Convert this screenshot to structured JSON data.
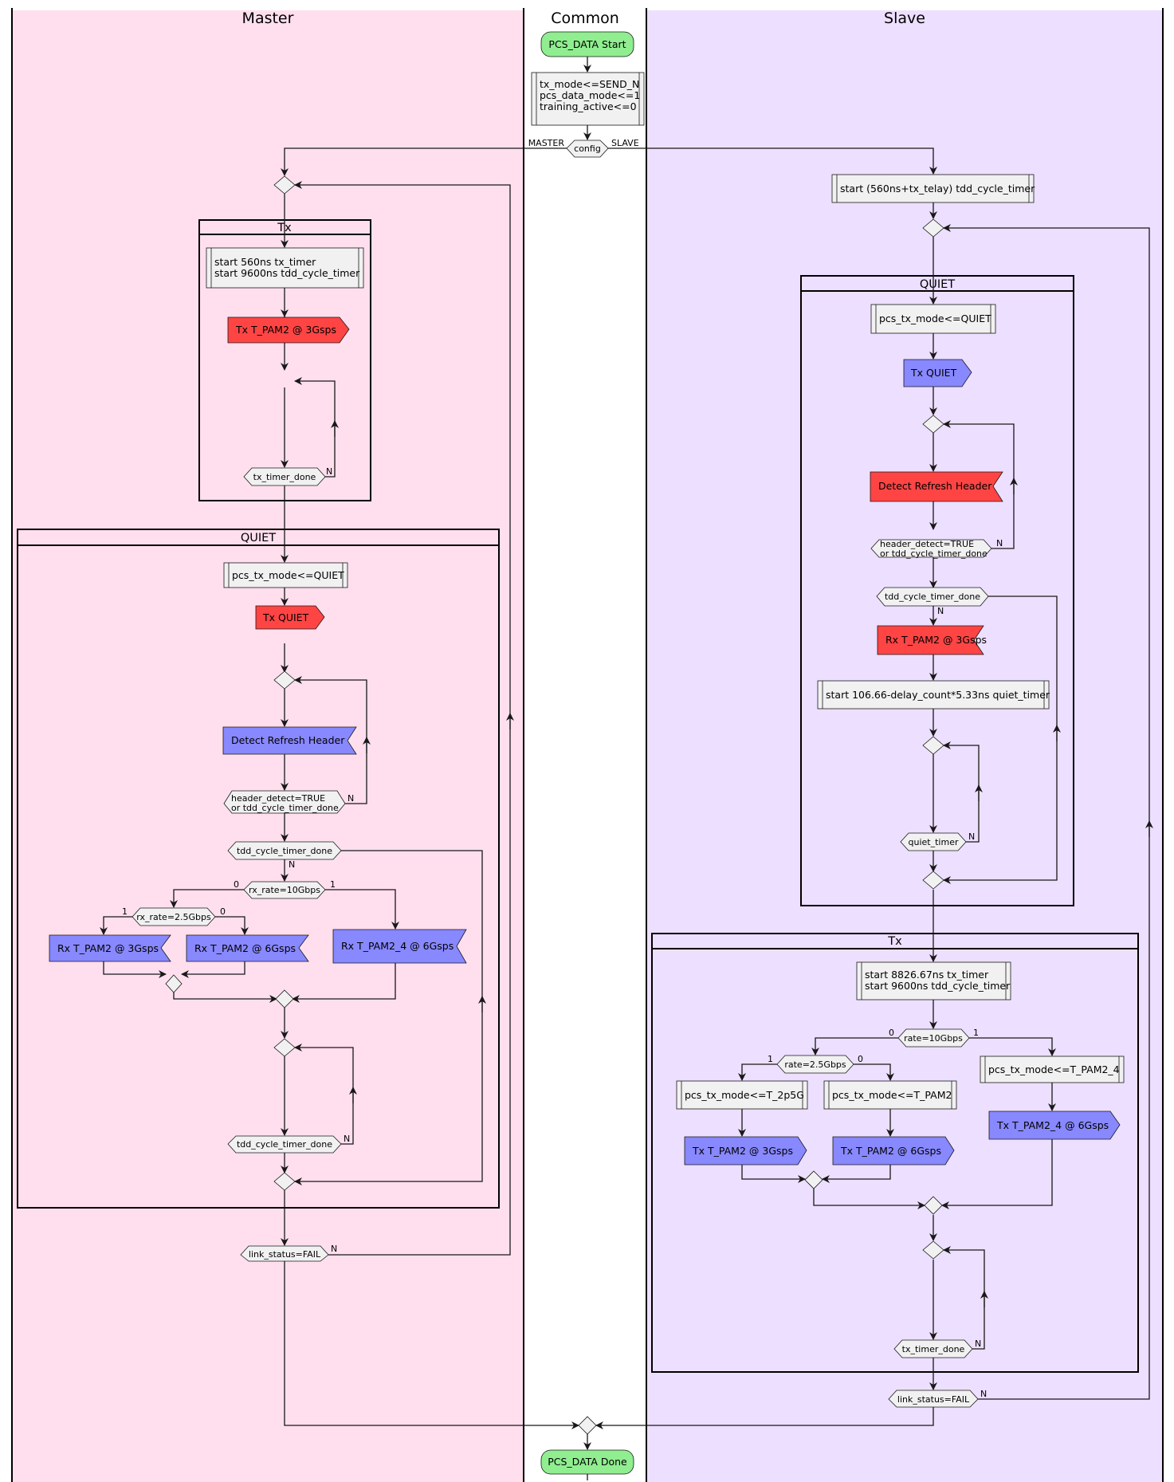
{
  "lanes": {
    "master": "Master",
    "common": "Common",
    "slave": "Slave"
  },
  "colors": {
    "master_lane": "#ffdfee",
    "slave_lane": "#eddfff",
    "start_stop": "#90ee90",
    "red_signal": "#ff4444",
    "blue_signal": "#8888ff",
    "box": "#f1f1f1"
  },
  "common": {
    "start": "PCS_DATA Start",
    "init": [
      "tx_mode<=SEND_N",
      "pcs_data_mode<=1",
      "training_active<=0"
    ],
    "config": "config",
    "config_left": "MASTER",
    "config_right": "SLAVE",
    "done": "PCS_DATA Done"
  },
  "master": {
    "tx_group": "Tx",
    "tx_timers": [
      "start 560ns tx_timer",
      "start 9600ns tdd_cycle_timer"
    ],
    "tx_signal": "Tx T_PAM2 @ 3Gsps",
    "tx_timer_done": "tx_timer_done",
    "quiet_group": "QUIET",
    "quiet_mode": "pcs_tx_mode<=QUIET",
    "tx_quiet": "Tx QUIET",
    "detect_header": "Detect Refresh Header",
    "header_cond": [
      "header_detect=TRUE",
      "or tdd_cycle_timer_done"
    ],
    "tdd_done": "tdd_cycle_timer_done",
    "rx_rate_10": "rx_rate=10Gbps",
    "rx_rate_25": "rx_rate=2.5Gbps",
    "rx_3g": "Rx T_PAM2 @ 3Gsps",
    "rx_6g": "Rx T_PAM2 @ 6Gsps",
    "rx_pam24": "Rx T_PAM2_4 @ 6Gsps",
    "tdd_done_2": "tdd_cycle_timer_done",
    "link_status": "link_status=FAIL"
  },
  "slave": {
    "start_timer": "start (560ns+tx_telay) tdd_cycle_timer",
    "quiet_group": "QUIET",
    "quiet_mode": "pcs_tx_mode<=QUIET",
    "tx_quiet": "Tx QUIET",
    "detect_header": "Detect Refresh Header",
    "header_cond": [
      "header_detect=TRUE",
      "or tdd_cycle_timer_done"
    ],
    "tdd_done": "tdd_cycle_timer_done",
    "rx_signal": "Rx T_PAM2 @ 3Gsps",
    "quiet_timer_start": "start 106.66-delay_count*5.33ns quiet_timer",
    "quiet_timer": "quiet_timer",
    "tx_group": "Tx",
    "tx_timers": [
      "start 8826.67ns tx_timer",
      "start 9600ns tdd_cycle_timer"
    ],
    "rate_10": "rate=10Gbps",
    "rate_25": "rate=2.5Gbps",
    "mode_2p5g": "pcs_tx_mode<=T_2p5G",
    "mode_pam2": "pcs_tx_mode<=T_PAM2",
    "mode_pam24": "pcs_tx_mode<=T_PAM2_4",
    "tx_3g": "Tx T_PAM2 @ 3Gsps",
    "tx_6g": "Tx T_PAM2 @ 6Gsps",
    "tx_pam24": "Tx T_PAM2_4 @ 6Gsps",
    "tx_timer_done": "tx_timer_done",
    "link_status": "link_status=FAIL"
  },
  "branch": {
    "yes": "1",
    "no": "0",
    "n": "N"
  }
}
